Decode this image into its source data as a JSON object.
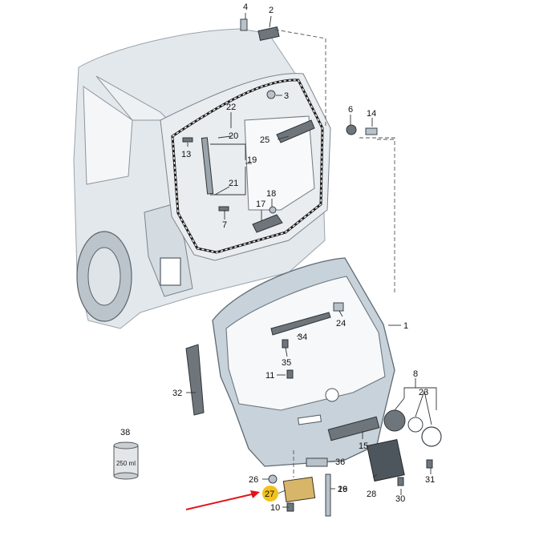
{
  "diagram": {
    "can_label": "250 ml",
    "callouts": [
      {
        "id": "c1",
        "text": "1"
      },
      {
        "id": "c2",
        "text": "2"
      },
      {
        "id": "c3",
        "text": "3"
      },
      {
        "id": "c4",
        "text": "4"
      },
      {
        "id": "c6",
        "text": "6"
      },
      {
        "id": "c7",
        "text": "7"
      },
      {
        "id": "c8",
        "text": "8"
      },
      {
        "id": "c10",
        "text": "10"
      },
      {
        "id": "c11",
        "text": "11"
      },
      {
        "id": "c13",
        "text": "13"
      },
      {
        "id": "c14",
        "text": "14"
      },
      {
        "id": "c15",
        "text": "15"
      },
      {
        "id": "c16",
        "text": "16"
      },
      {
        "id": "c17",
        "text": "17"
      },
      {
        "id": "c18",
        "text": "18"
      },
      {
        "id": "c19",
        "text": "19"
      },
      {
        "id": "c20",
        "text": "20"
      },
      {
        "id": "c21",
        "text": "21"
      },
      {
        "id": "c22",
        "text": "22"
      },
      {
        "id": "c23",
        "text": "23"
      },
      {
        "id": "c24",
        "text": "24"
      },
      {
        "id": "c25",
        "text": "25"
      },
      {
        "id": "c26",
        "text": "26"
      },
      {
        "id": "c27",
        "text": "27"
      },
      {
        "id": "c28",
        "text": "28"
      },
      {
        "id": "c29",
        "text": "29"
      },
      {
        "id": "c30",
        "text": "30"
      },
      {
        "id": "c31",
        "text": "31"
      },
      {
        "id": "c32",
        "text": "32"
      },
      {
        "id": "c34",
        "text": "34"
      },
      {
        "id": "c35",
        "text": "35"
      },
      {
        "id": "c36",
        "text": "36"
      },
      {
        "id": "c38",
        "text": "38"
      }
    ],
    "colors": {
      "highlight": "#f2c21b",
      "arrow": "#e0151c",
      "body": "#e3e8ec",
      "tailgate": "#c7d2da"
    }
  }
}
